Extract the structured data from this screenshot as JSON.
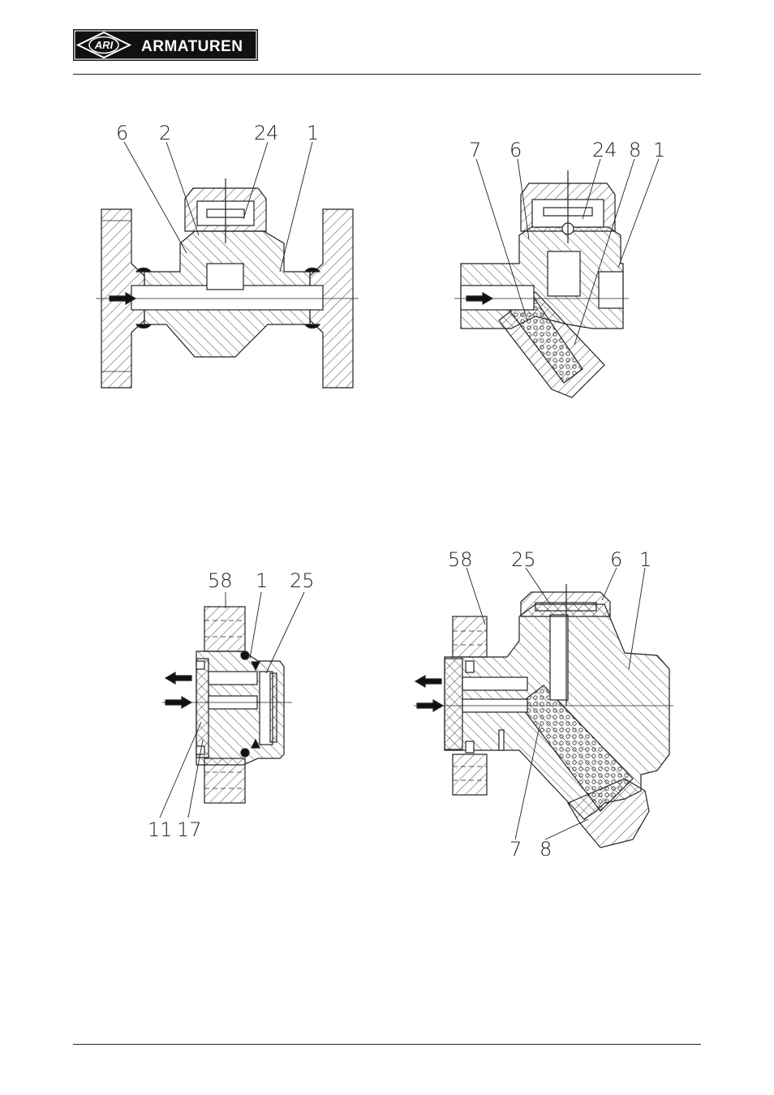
{
  "header": {
    "badge_text": "ARI",
    "brand_name": "ARMATUREN"
  },
  "figures": {
    "top_left": {
      "part_labels": [
        "6",
        "2",
        "24",
        "1"
      ]
    },
    "top_right": {
      "part_labels": [
        "7",
        "6",
        "24",
        "8",
        "1"
      ]
    },
    "bottom_left": {
      "part_labels": [
        "58",
        "1",
        "25",
        "11",
        "17"
      ]
    },
    "bottom_right": {
      "part_labels": [
        "58",
        "25",
        "6",
        "1",
        "7",
        "8"
      ]
    }
  },
  "icons": {
    "flow_arrow": "flow-direction-arrow-icon",
    "logo": "ari-logo-icon"
  }
}
